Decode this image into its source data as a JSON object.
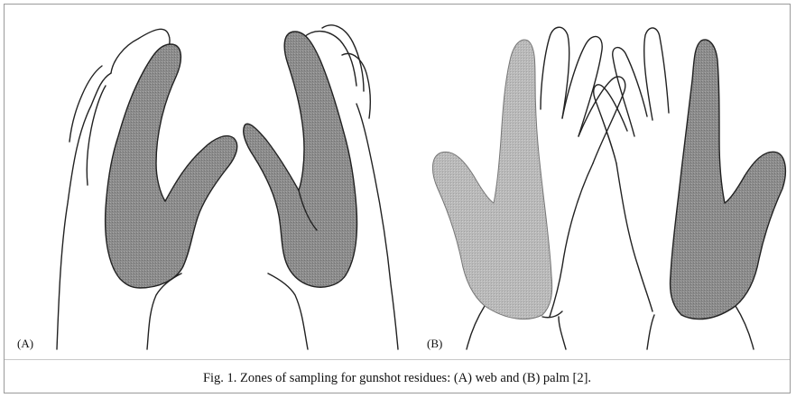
{
  "figure": {
    "panel_a_label": "(A)",
    "panel_b_label": "(B)",
    "caption": "Fig. 1.  Zones of sampling for gunshot residues: (A) web and (B) palm [2].",
    "colors": {
      "outline": "#222222",
      "web_shading": "#8c8c8c",
      "palm_shading": "#b9b9b9"
    }
  }
}
